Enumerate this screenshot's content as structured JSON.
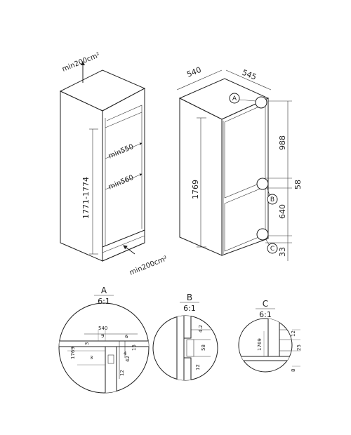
{
  "cabinet": {
    "vent_top": "min200cm²",
    "vent_bottom": "min200cm²",
    "height_range": "1771-1774",
    "depth_min_550": "min550",
    "depth_min_560": "min560"
  },
  "appliance": {
    "width": "540",
    "depth": "545",
    "height": "1769",
    "upper_door": "988",
    "gap": "58",
    "lower_door": "640",
    "bottom_gap": "33",
    "callout_a": "A",
    "callout_b": "B",
    "callout_c": "C"
  },
  "details": {
    "a": {
      "title": "A",
      "scale": "6:1",
      "dims": [
        "540",
        "9",
        "3",
        "6",
        "15",
        "1769",
        "3",
        "4",
        "42",
        "12"
      ]
    },
    "b": {
      "title": "B",
      "scale": "6:1",
      "dims": [
        "4.2",
        "58",
        "12"
      ]
    },
    "c": {
      "title": "C",
      "scale": "6:1",
      "dims": [
        "1769",
        "12",
        "25",
        "8"
      ]
    }
  }
}
